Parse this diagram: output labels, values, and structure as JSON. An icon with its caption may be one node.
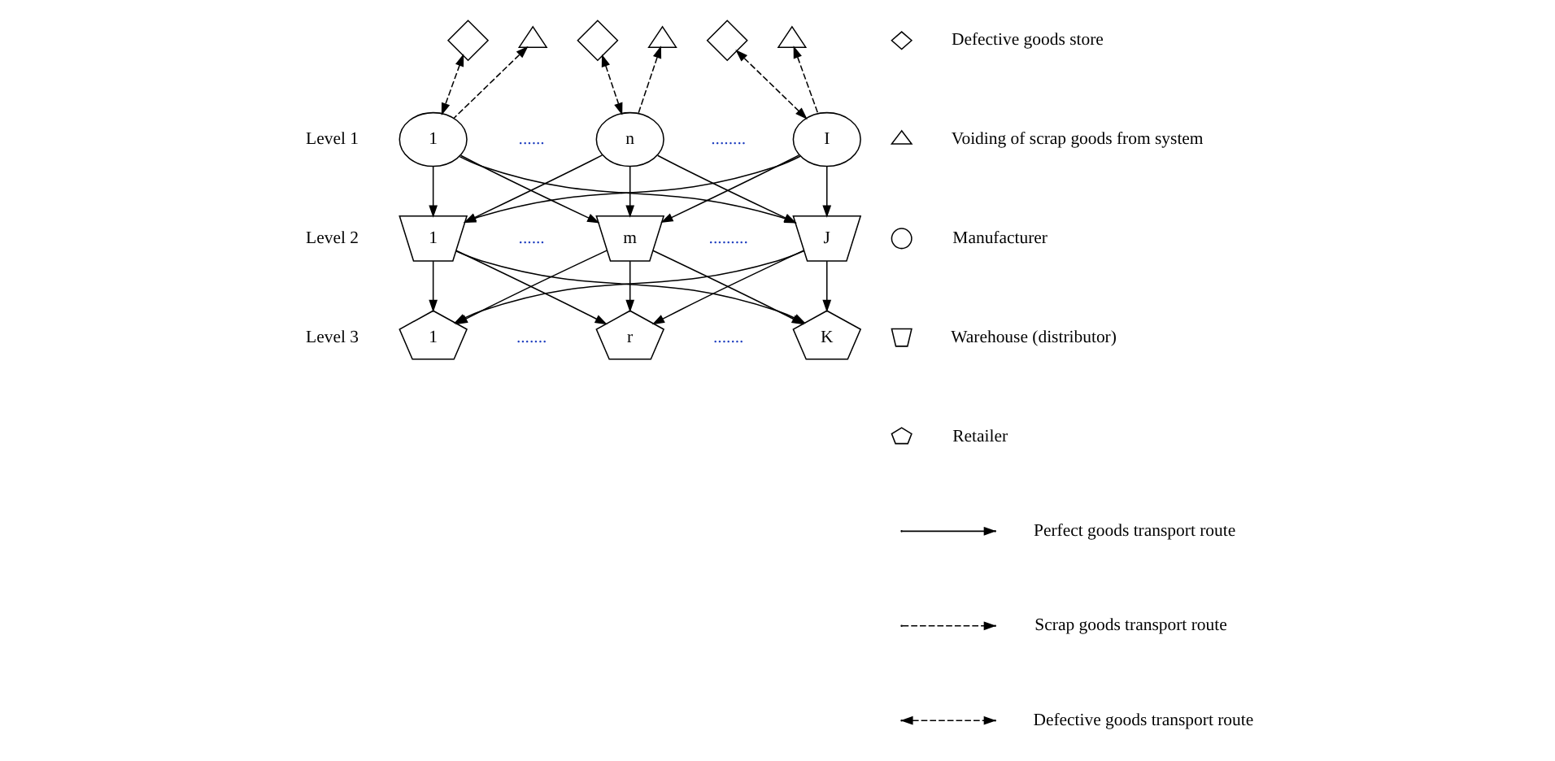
{
  "diagram": {
    "nodes": [
      {
        "text": [],
        "shape": "diamond"
      },
      {
        "text": [],
        "shape": "triangle"
      },
      {
        "text": [],
        "shape": "diamond"
      },
      {
        "text": [],
        "shape": "triangle"
      },
      {
        "text": [],
        "shape": "diamond"
      },
      {
        "text": [],
        "shape": "triangle"
      },
      {
        "text": [
          "1"
        ]
      },
      {
        "text": [
          "n"
        ]
      },
      {
        "text": [
          "I"
        ]
      },
      {
        "text": [
          "1"
        ]
      },
      {
        "text": [
          "m"
        ]
      },
      {
        "text": [
          "J"
        ]
      },
      {
        "text": [
          "1"
        ]
      },
      {
        "text": [
          "r"
        ]
      },
      {
        "text": [
          "K"
        ]
      }
    ],
    "edges": [
      {
        "from": 6,
        "to": 0,
        "arrow": "both",
        "style": "dashed"
      },
      {
        "from": 6,
        "to": 1,
        "arrow": "to",
        "style": "dashed"
      },
      {
        "from": 7,
        "to": 2,
        "arrow": "both",
        "style": "dashed"
      },
      {
        "from": 7,
        "to": 3,
        "arrow": "to",
        "style": "dashed"
      },
      {
        "from": 8,
        "to": 4,
        "arrow": "both",
        "style": "dashed"
      },
      {
        "from": 8,
        "to": 5,
        "arrow": "to",
        "style": "dashed"
      },
      {
        "from": 6,
        "to": 9,
        "arrow": "to"
      },
      {
        "from": 6,
        "to": 10,
        "arrow": "to"
      },
      {
        "from": 6,
        "to": 11,
        "arrow": "to"
      },
      {
        "from": 7,
        "to": 9,
        "arrow": "to"
      },
      {
        "from": 7,
        "to": 10,
        "arrow": "to"
      },
      {
        "from": 7,
        "to": 11,
        "arrow": "to"
      },
      {
        "from": 8,
        "to": 9,
        "arrow": "to"
      },
      {
        "from": 8,
        "to": 10,
        "arrow": "to"
      },
      {
        "from": 8,
        "to": 11,
        "arrow": "to"
      },
      {
        "from": 9,
        "to": 12,
        "arrow": "to"
      },
      {
        "from": 9,
        "to": 13,
        "arrow": "to"
      },
      {
        "from": 9,
        "to": 14,
        "arrow": "to"
      },
      {
        "from": 10,
        "to": 12,
        "arrow": "to"
      },
      {
        "from": 10,
        "to": 13,
        "arrow": "to"
      },
      {
        "from": 10,
        "to": 14,
        "arrow": "to"
      },
      {
        "from": 11,
        "to": 12,
        "arrow": "to"
      },
      {
        "from": 11,
        "to": 13,
        "arrow": "to"
      },
      {
        "from": 11,
        "to": 14,
        "arrow": "to"
      }
    ],
    "labels": [
      "Level 1",
      "......",
      "........",
      "Level 2",
      "......",
      ".........",
      "Level 3",
      ".......",
      "......."
    ],
    "legend": [
      {
        "text": "Defective goods store"
      },
      {
        "text": "Voiding of scrap goods from system"
      },
      {
        "text": "Manufacturer"
      },
      {
        "text": "Warehouse (distributor)"
      },
      {
        "text": "Retailer"
      },
      {
        "text": "Perfect goods transport route"
      },
      {
        "text": "Scrap goods transport route"
      },
      {
        "text": "Defective goods transport route"
      }
    ]
  }
}
